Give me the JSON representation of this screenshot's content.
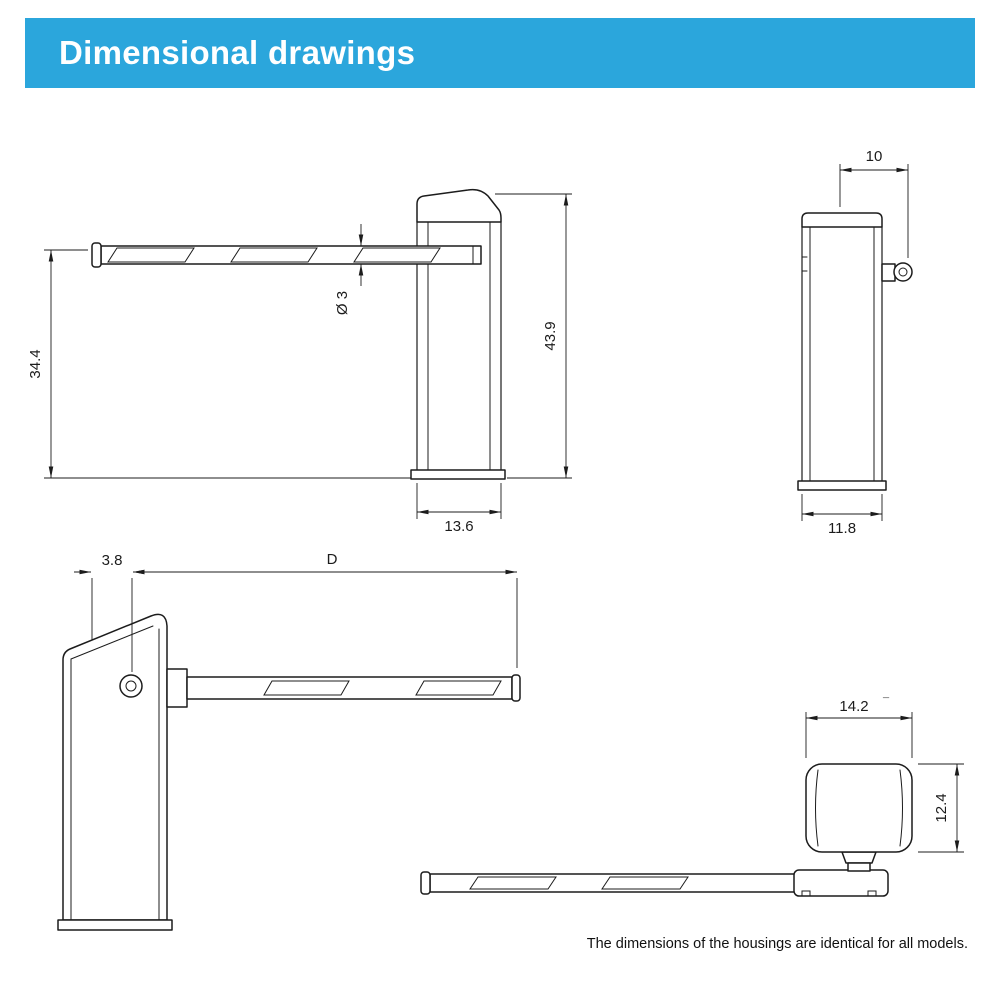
{
  "header": {
    "title": "Dimensional drawings"
  },
  "colors": {
    "header_bg": "#2ba6dc",
    "header_text": "#ffffff",
    "line": "#1c1c1c"
  },
  "front_view": {
    "arm_axis_height": "34.4",
    "boom_diameter": "Ø 3",
    "total_height": "43.9",
    "base_width": "13.6"
  },
  "side_view": {
    "head_offset": "10",
    "base_depth": "11.8"
  },
  "profile_view": {
    "pivot_offset": "3.8",
    "boom_length": "D"
  },
  "top_view": {
    "housing_width": "14.2",
    "housing_width_tolerance": "¯",
    "housing_depth": "12.4"
  },
  "footer": {
    "note": "The dimensions of the housings are identical for all models."
  }
}
